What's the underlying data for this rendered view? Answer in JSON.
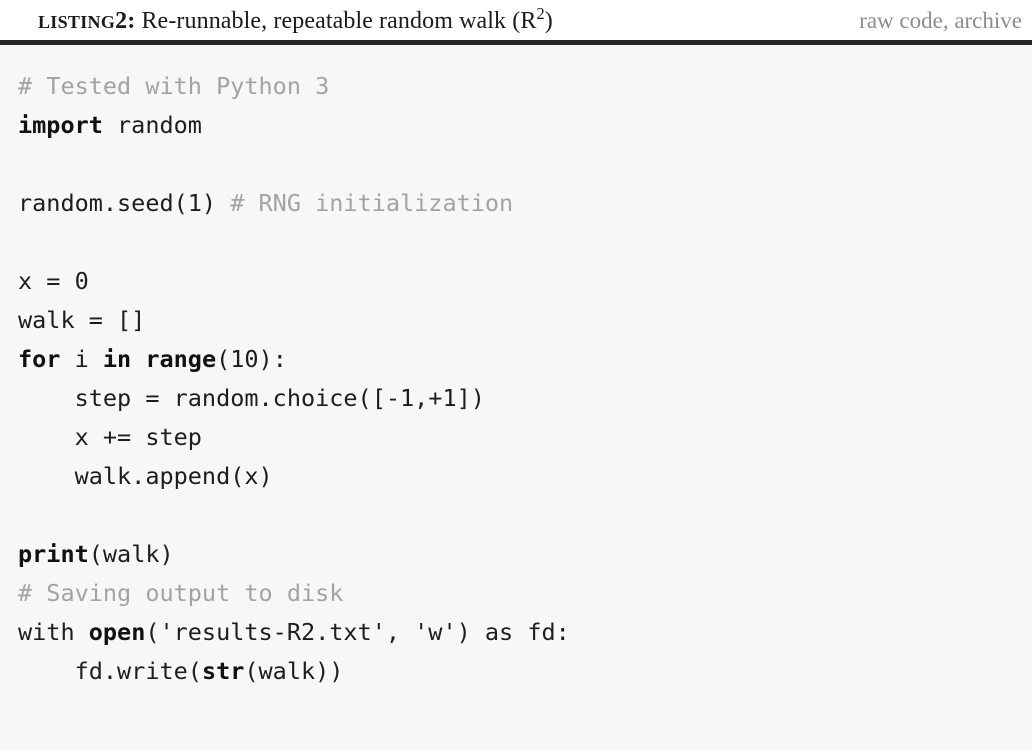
{
  "caption": {
    "label": "Listing",
    "number": "2",
    "separator": ":",
    "text": "Re-runnable, repeatable random walk (R",
    "superscript": "2",
    "text_tail": ")",
    "full_title": "LISTING 2: Re-runnable, repeatable random walk (R2)"
  },
  "links": {
    "raw_code": "raw code",
    "separator": ", ",
    "archive": "archive",
    "full": "raw code, archive",
    "color": "#8c8c8c"
  },
  "colors": {
    "code_background": "#f7f7f8",
    "rule": "#23252a",
    "comment": "#a3a3a5",
    "code_text": "#1d1d1d",
    "keyword": "#111111",
    "page_background": "#ffffff"
  },
  "code": {
    "language": "Python",
    "lines": [
      {
        "indent": 0,
        "tokens": [
          {
            "t": "cm",
            "s": "# Tested with Python 3"
          }
        ]
      },
      {
        "indent": 0,
        "tokens": [
          {
            "t": "kw",
            "s": "import"
          },
          {
            "t": "tx",
            "s": " random"
          }
        ]
      },
      {
        "indent": 0,
        "tokens": [
          {
            "t": "tx",
            "s": ""
          }
        ]
      },
      {
        "indent": 0,
        "tokens": [
          {
            "t": "tx",
            "s": "random.seed(1) "
          },
          {
            "t": "cm",
            "s": "# RNG initialization"
          }
        ]
      },
      {
        "indent": 0,
        "tokens": [
          {
            "t": "tx",
            "s": ""
          }
        ]
      },
      {
        "indent": 0,
        "tokens": [
          {
            "t": "tx",
            "s": "x = 0"
          }
        ]
      },
      {
        "indent": 0,
        "tokens": [
          {
            "t": "tx",
            "s": "walk = []"
          }
        ]
      },
      {
        "indent": 0,
        "tokens": [
          {
            "t": "kw",
            "s": "for"
          },
          {
            "t": "tx",
            "s": " i "
          },
          {
            "t": "kw",
            "s": "in"
          },
          {
            "t": "tx",
            "s": " "
          },
          {
            "t": "kw",
            "s": "range"
          },
          {
            "t": "tx",
            "s": "(10):"
          }
        ]
      },
      {
        "indent": 4,
        "tokens": [
          {
            "t": "tx",
            "s": "step = random.choice([-1,+1])"
          }
        ]
      },
      {
        "indent": 4,
        "tokens": [
          {
            "t": "tx",
            "s": "x += step"
          }
        ]
      },
      {
        "indent": 4,
        "tokens": [
          {
            "t": "tx",
            "s": "walk.append(x)"
          }
        ]
      },
      {
        "indent": 0,
        "tokens": [
          {
            "t": "tx",
            "s": ""
          }
        ]
      },
      {
        "indent": 0,
        "tokens": [
          {
            "t": "kw",
            "s": "print"
          },
          {
            "t": "tx",
            "s": "(walk)"
          }
        ]
      },
      {
        "indent": 0,
        "tokens": [
          {
            "t": "cm",
            "s": "# Saving output to disk"
          }
        ]
      },
      {
        "indent": 0,
        "tokens": [
          {
            "t": "tx",
            "s": "with "
          },
          {
            "t": "kw",
            "s": "open"
          },
          {
            "t": "tx",
            "s": "('results-R2.txt', 'w') as fd:"
          }
        ]
      },
      {
        "indent": 4,
        "tokens": [
          {
            "t": "tx",
            "s": "fd.write("
          },
          {
            "t": "kw",
            "s": "str"
          },
          {
            "t": "tx",
            "s": "(walk))"
          }
        ]
      }
    ],
    "plain_text": "# Tested with Python 3\nimport random\n\nrandom.seed(1) # RNG initialization\n\nx = 0\nwalk = []\nfor i in range(10):\n    step = random.choice([-1,+1])\n    x += step\n    walk.append(x)\n\nprint(walk)\n# Saving output to disk\nwith open('results-R2.txt', 'w') as fd:\n    fd.write(str(walk))"
  }
}
